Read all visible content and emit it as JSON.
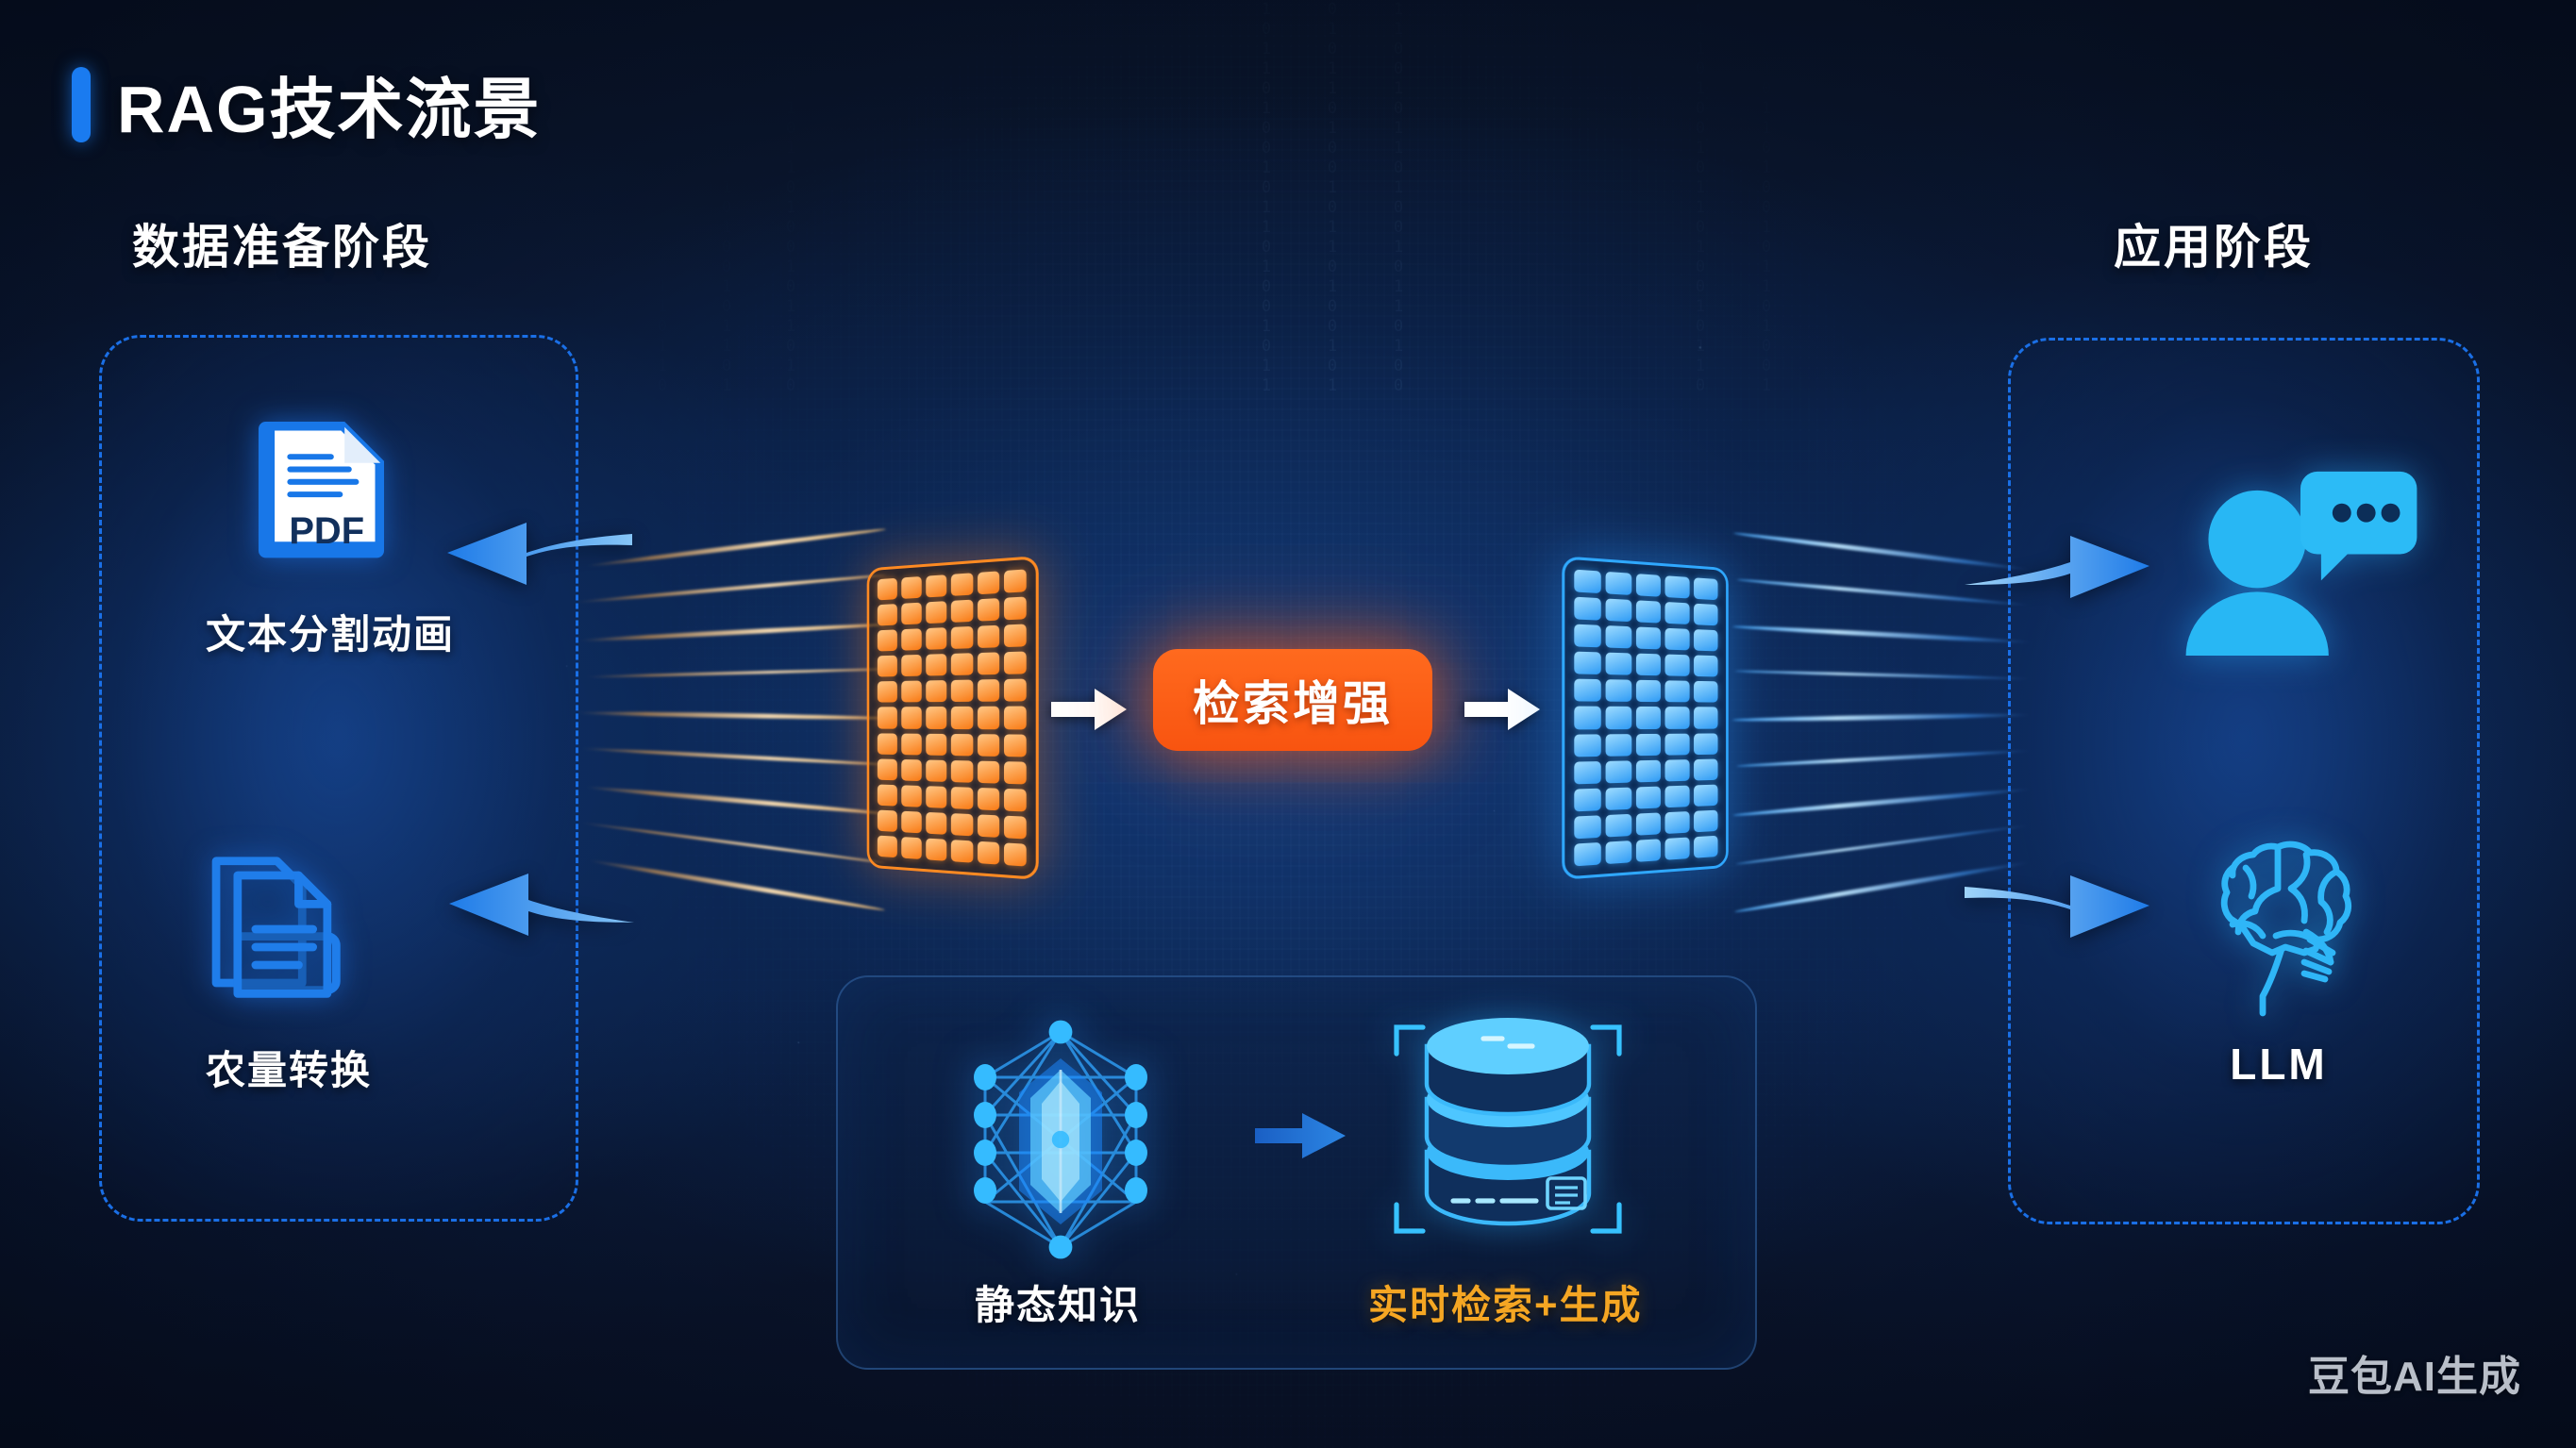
{
  "header": {
    "title": "RAG技术流景",
    "accent_color": "#1A7BF0"
  },
  "stages": {
    "left_label": "数据准备阶段",
    "right_label": "应用阶段"
  },
  "data_prep": {
    "items": [
      {
        "icon": "pdf-document-icon",
        "caption": "文本分割动画"
      },
      {
        "icon": "documents-stack-icon",
        "caption": "农量转换"
      }
    ]
  },
  "application": {
    "items": [
      {
        "icon": "user-chat-icon",
        "caption": ""
      },
      {
        "icon": "brain-icon",
        "caption": "LLM"
      }
    ]
  },
  "pipeline": {
    "source_matrix": "orange-vector-matrix",
    "badge_label": "检索增强",
    "badge_color": "#F85410",
    "target_matrix": "blue-vector-matrix",
    "arrow_in": "white-right-arrow",
    "arrow_out": "white-right-arrow"
  },
  "knowledge_card": {
    "left": {
      "icon": "knowledge-graph-crystal-icon",
      "caption": "静态知识",
      "color": "#FFFFFF"
    },
    "arrow": "blue-right-arrow",
    "right": {
      "icon": "database-stack-icon",
      "caption": "实时检索+生成",
      "color": "#F5A623"
    }
  },
  "watermark": {
    "text": "豆包AI生成"
  }
}
